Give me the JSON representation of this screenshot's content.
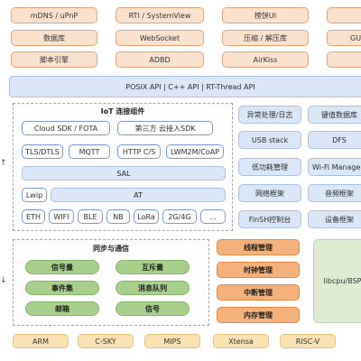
{
  "top_rows": [
    [
      "mDNS / uPnP",
      "RTI / SystemView",
      "榜饼UI",
      ""
    ],
    [
      "数据库",
      "WebSocket",
      "压缩 / 解压库",
      "GU"
    ],
    [
      "脚本引擎",
      "ADBD",
      "AirKiss",
      ""
    ]
  ],
  "posix_bar": "POSIX API  |  C++ API  |  RT-Thread API",
  "iot": {
    "title": "IoT 连接组件",
    "row1": [
      "Cloud SDK / FOTA",
      "第三方 云接入SDK"
    ],
    "row2": [
      "TLS/DTLS",
      "MQTT",
      "HTTP C/S",
      "LWM2M/CoAP"
    ],
    "sal": "SAL",
    "lwip": "Lwip",
    "at": "AT",
    "row5": [
      "ETH",
      "WIFI",
      "BLE",
      "NB",
      "LoRa",
      "2G/4G",
      "..."
    ]
  },
  "middle_col": [
    "异常处理/日志",
    "USB stack",
    "低功耗管理",
    "网络框架",
    "FinSH控制台"
  ],
  "right_col": [
    "键值数据库",
    "DFS",
    "Wi-Fi Manage",
    "音频框架",
    "设备框架"
  ],
  "sync": {
    "title": "同步与通信",
    "items": [
      "信号量",
      "互斥量",
      "事件集",
      "消息队列",
      "邮箱",
      "信号"
    ]
  },
  "kernel": [
    "线程管理",
    "时钟管理",
    "中断管理",
    "内存管理"
  ],
  "libcpu": "libcpu/BSP",
  "arch": [
    "ARM",
    "C-SKY",
    "MIPS",
    "Xtensa",
    "RISC-V"
  ],
  "colors": {
    "peach": "#fbe2cf",
    "blue": "#dbe7f7",
    "green": "#a9cf8c",
    "orange": "#f6b27c",
    "yellow": "#fbe2b4"
  }
}
